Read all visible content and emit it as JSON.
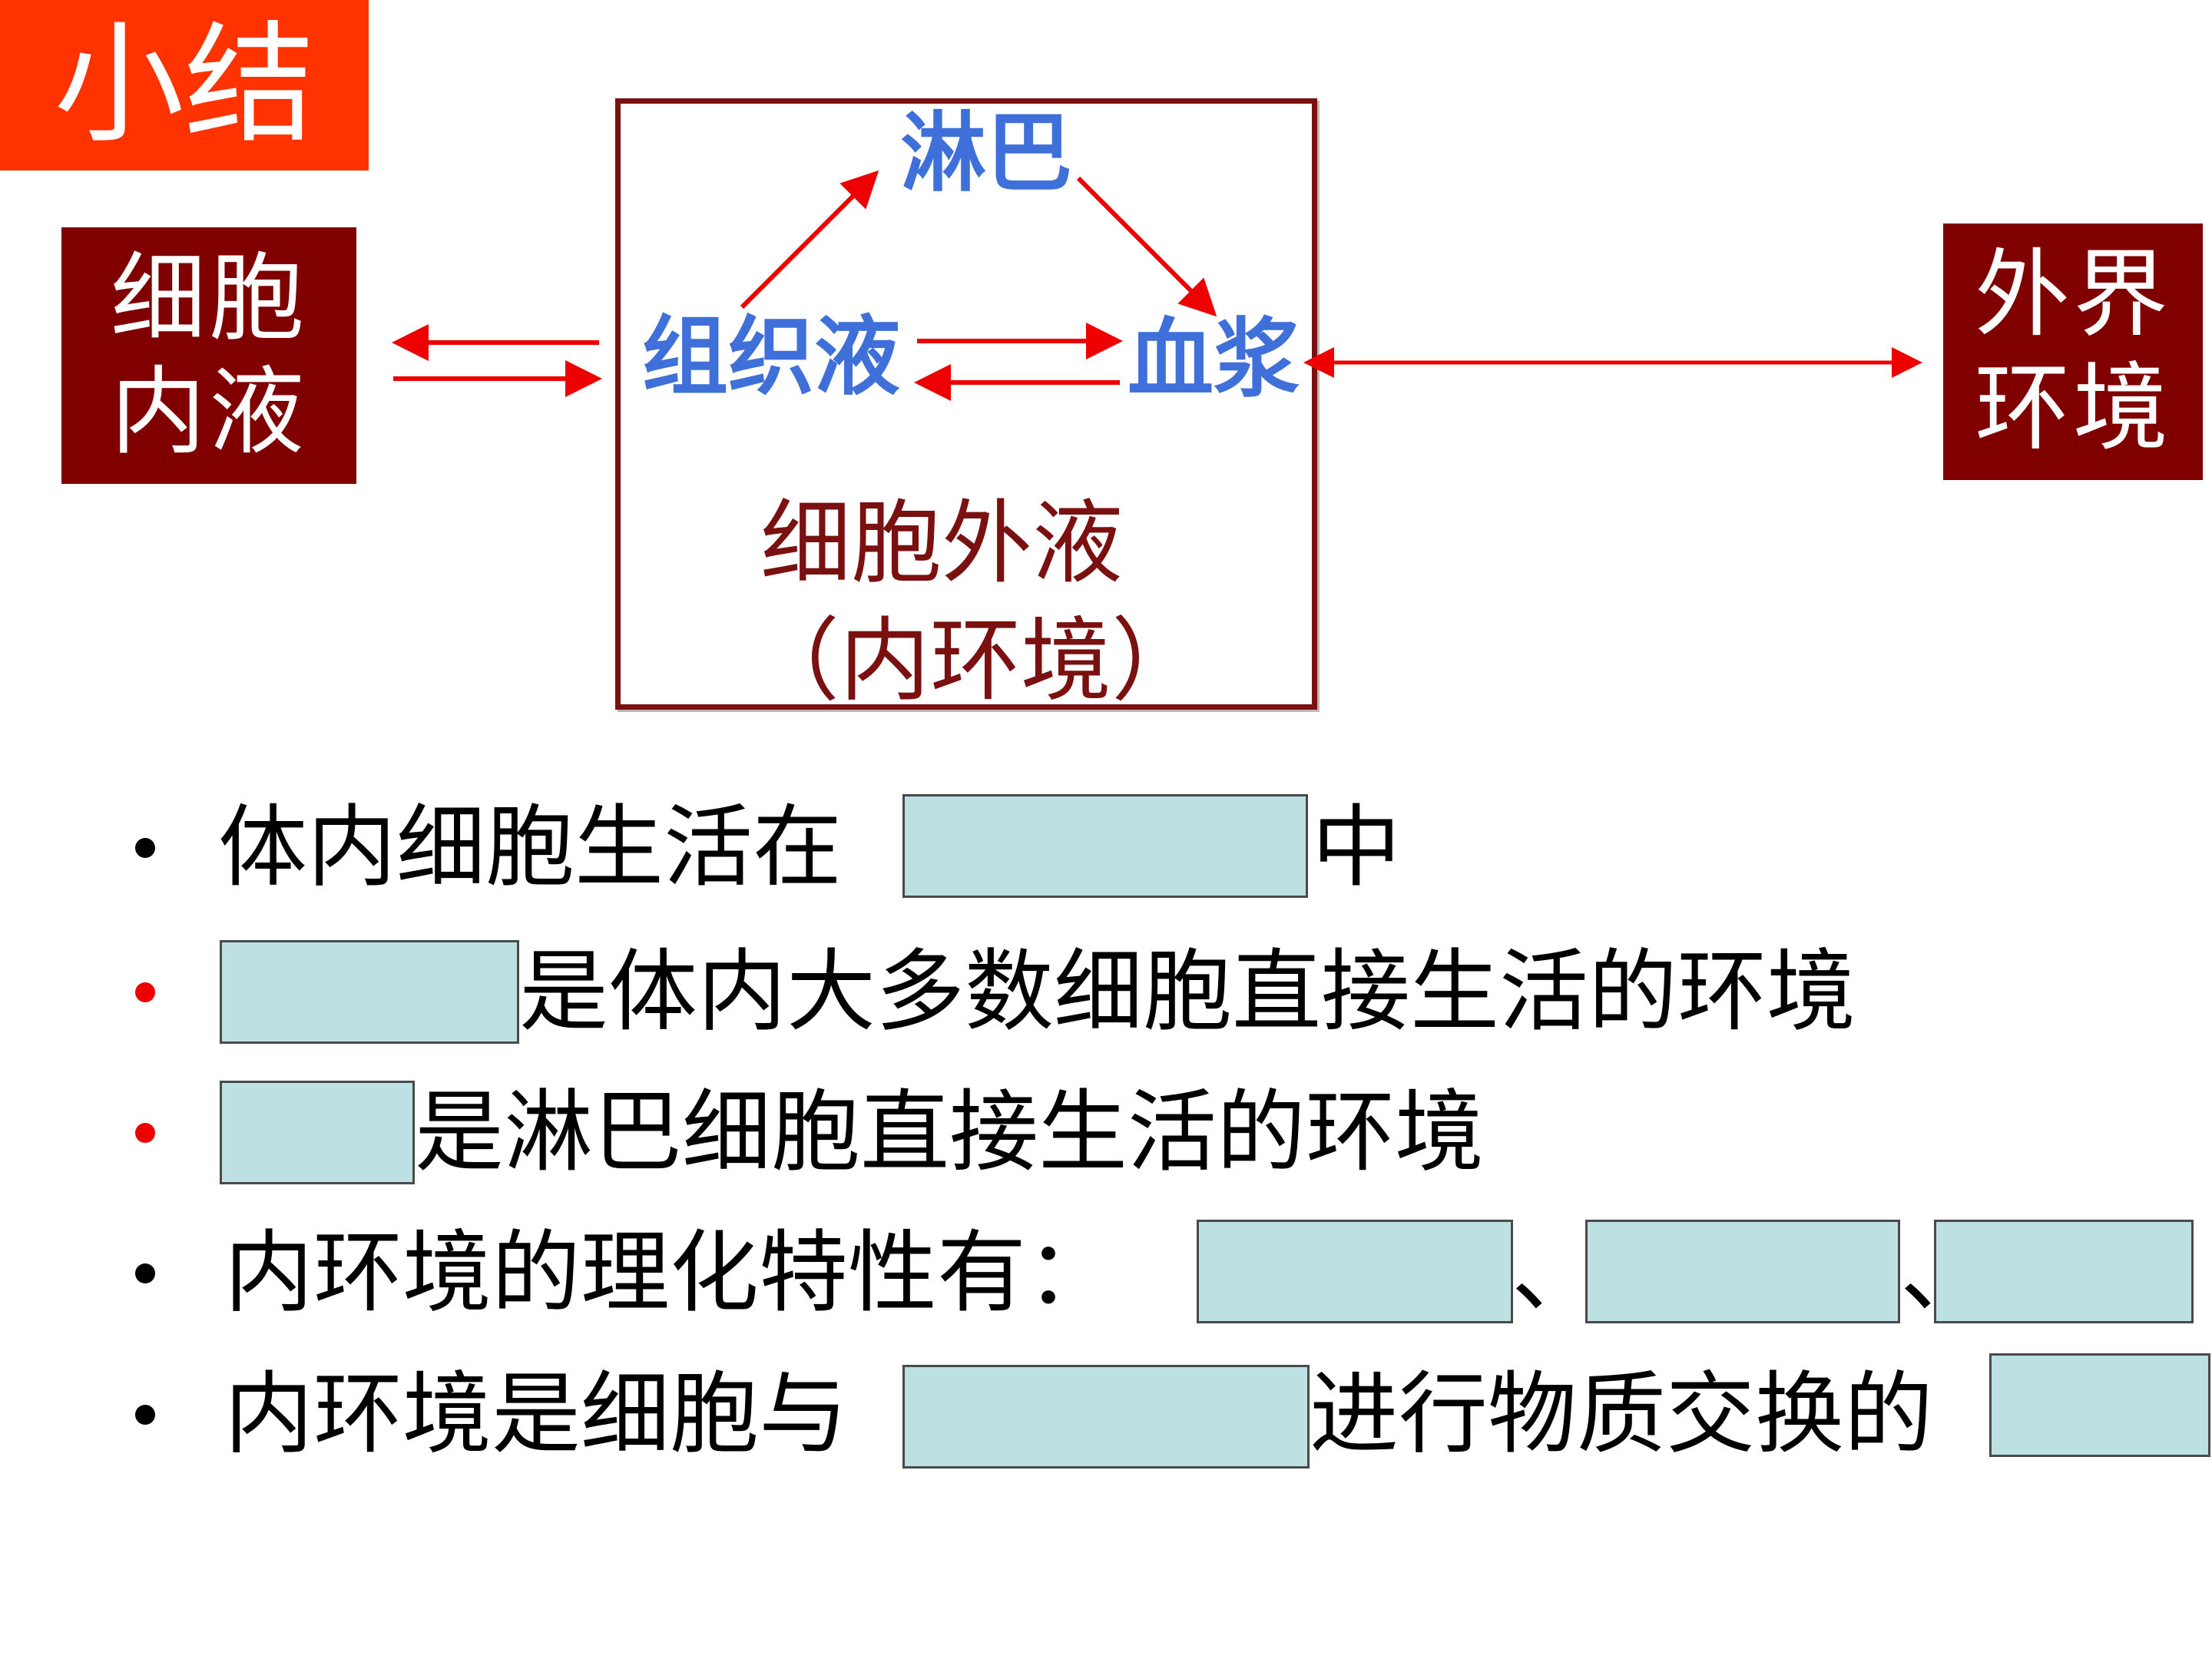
{
  "title": "小结",
  "boxes": {
    "cell_inner": [
      "细胞",
      "内液"
    ],
    "external": [
      "外界",
      "环境"
    ]
  },
  "extracellular": {
    "lymph": "淋巴",
    "tissue_fluid": "组织液",
    "plasma": "血浆",
    "label": "细胞外液",
    "sublabel": "（内环境）"
  },
  "bullets": [
    {
      "bullet_color": "black",
      "before": "体内细胞生活在",
      "after": "中"
    },
    {
      "bullet_color": "red",
      "before": "",
      "after": "是体内大多数细胞直接生活的环境"
    },
    {
      "bullet_color": "red",
      "before": "",
      "after": "是淋巴细胞直接生活的环境"
    },
    {
      "bullet_color": "black",
      "before": "内环境的理化特性有：",
      "sep1": "、",
      "sep2": "、"
    },
    {
      "bullet_color": "black",
      "before": "内环境是细胞与",
      "after": "进行物质交换的"
    }
  ],
  "colors": {
    "title_bg": "#ff3300",
    "box_bg": "#800000",
    "fluid_text": "#3f6fd8",
    "arrow": "#ee0000",
    "blank_fill": "#bde0e3"
  }
}
